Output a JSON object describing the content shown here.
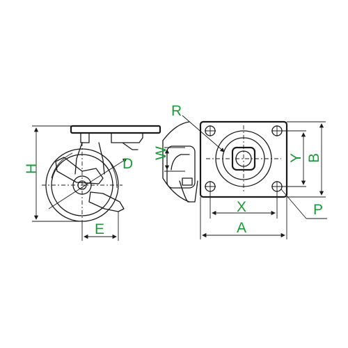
{
  "labels": {
    "H": "H",
    "E": "E",
    "D": "D",
    "W": "W",
    "R": "R",
    "X": "X",
    "Y": "Y",
    "B": "B",
    "A": "A",
    "P": "P"
  },
  "colors": {
    "label": "#1a9a3a",
    "line": "#1a1a1a"
  }
}
